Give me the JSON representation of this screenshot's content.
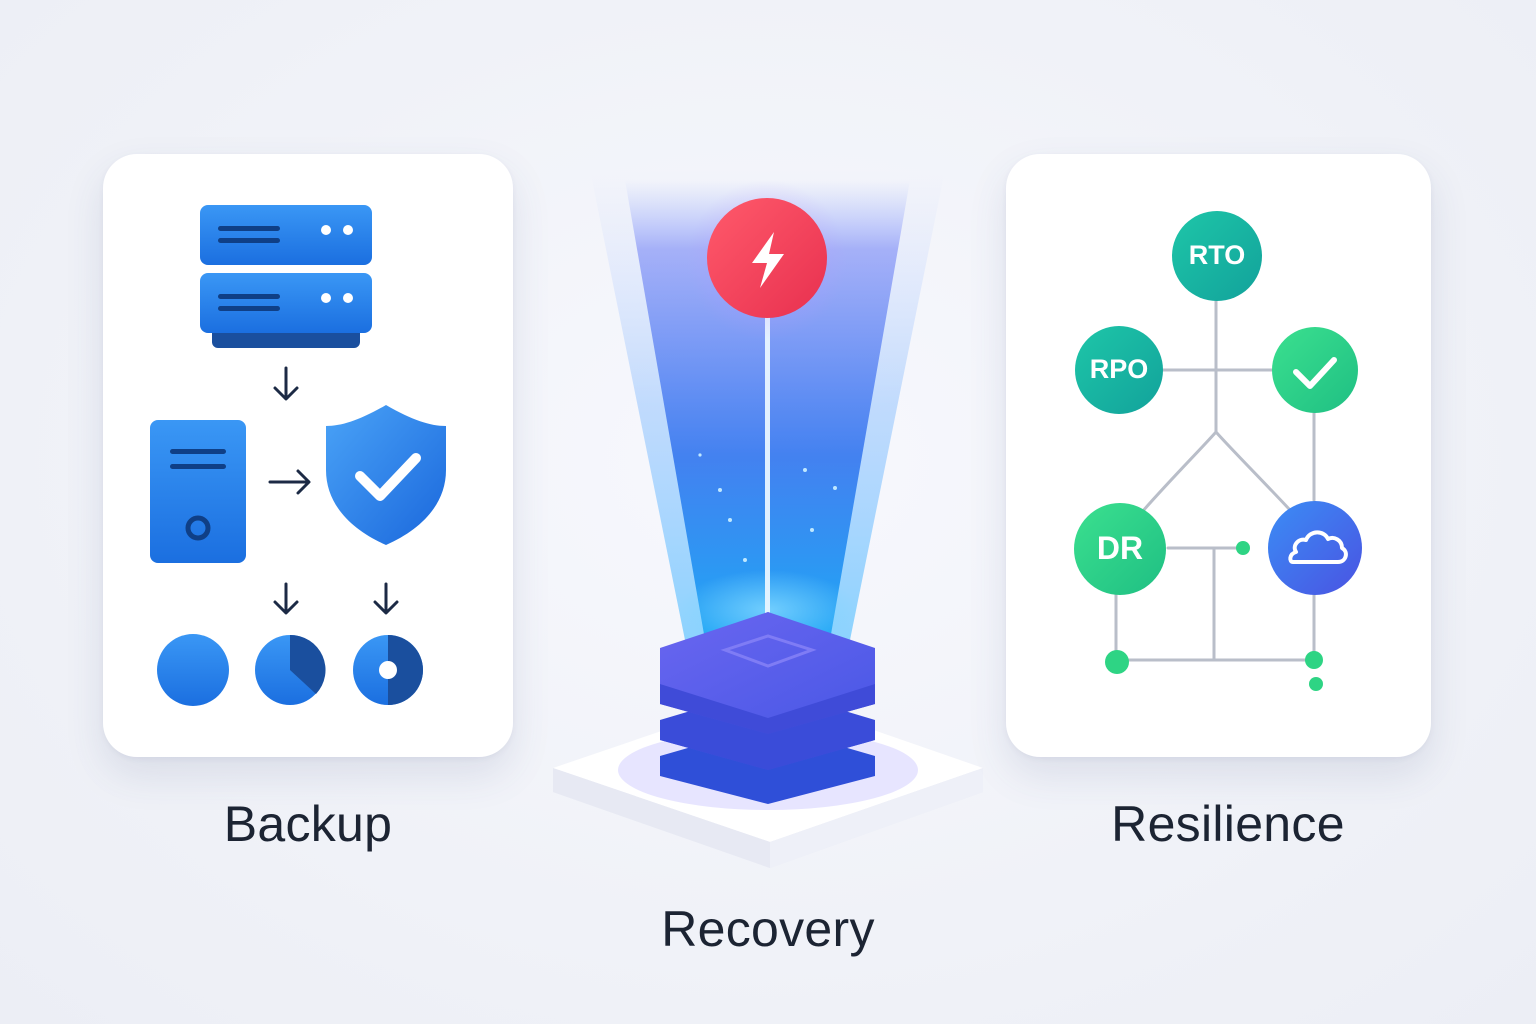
{
  "panels": {
    "backup": {
      "caption": "Backup"
    },
    "recovery": {
      "caption": "Recovery"
    },
    "resilience": {
      "caption": "Resilience",
      "nodes": {
        "rto": "RTO",
        "rpo": "RPO",
        "dr": "DR"
      }
    }
  },
  "icons": {
    "backup": [
      "server-rack-icon",
      "server-tower-icon",
      "shield-check-icon",
      "pie-empty-icon",
      "pie-partial-icon",
      "disk-icon",
      "arrow-down-icon",
      "arrow-right-icon"
    ],
    "recovery": [
      "lightning-icon",
      "stacked-layers-icon",
      "light-beam"
    ],
    "resilience": [
      "check-icon",
      "cloud-icon"
    ]
  },
  "colors": {
    "backup_blue": "#1e7be6",
    "backup_dark": "#1a4f9e",
    "alert_red": "#f0405a",
    "recovery_violet": "#4a4be0",
    "resilience_teal": "#17b3a1",
    "resilience_green": "#2ed484",
    "resilience_blue": "#3a6cf0",
    "line_gray": "#b9bec9"
  }
}
